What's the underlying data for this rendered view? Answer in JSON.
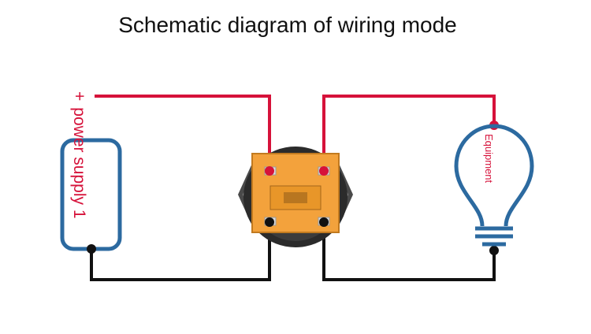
{
  "title": "Schematic diagram of wiring mode",
  "power_supply": {
    "polarity": "+",
    "label": "power supply 1"
  },
  "load": {
    "label": "Equipment"
  },
  "colors": {
    "positive_wire": "#d6123a",
    "negative_wire": "#111111",
    "supply_outline": "#2c6aa0",
    "bulb_outline": "#2c6aa0",
    "switch_body": "#f3a23c",
    "switch_housing": "#3a3a3a"
  },
  "icons": [
    "power-supply-icon",
    "push-button-switch-icon",
    "light-bulb-icon"
  ]
}
